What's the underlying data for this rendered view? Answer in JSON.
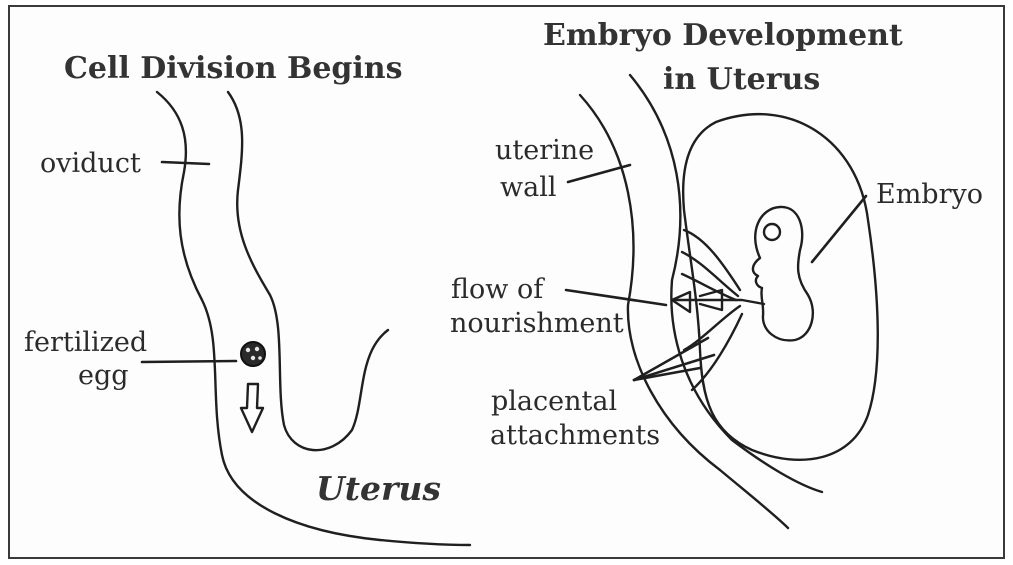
{
  "left_panel": {
    "title": "Cell Division Begins",
    "labels": {
      "oviduct": "oviduct",
      "fertilized_line1": "fertilized",
      "fertilized_line2": "egg",
      "uterus": "Uterus"
    }
  },
  "right_panel": {
    "title_line1": "Embryo Development",
    "title_line2": "in Uterus",
    "labels": {
      "uterine_line1": "uterine",
      "uterine_line2": "wall",
      "embryo": "Embryo",
      "flow_line1": "flow of",
      "flow_line2": "nourishment",
      "placental_line1": "placental",
      "placental_line2": "attachments"
    }
  }
}
